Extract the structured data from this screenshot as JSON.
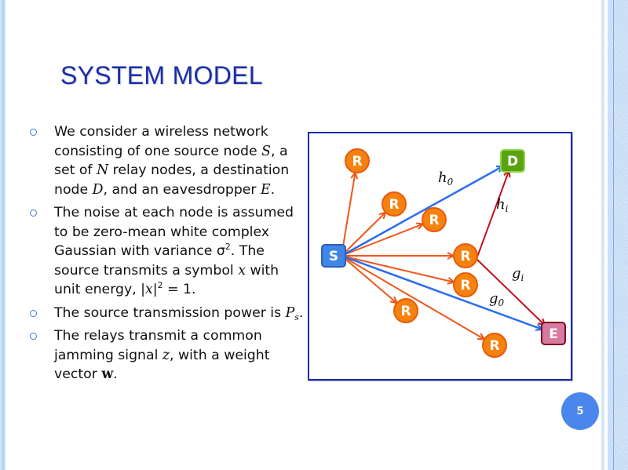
{
  "slide": {
    "title": "SYSTEM MODEL",
    "page_number": "5",
    "accent_color": "#1a2ea8",
    "bullets": [
      {
        "parts": [
          {
            "t": "We consider a wireless network consisting of one source node "
          },
          {
            "m": "S"
          },
          {
            "t": ", a set of "
          },
          {
            "m": "N"
          },
          {
            "t": " relay nodes, a destination node "
          },
          {
            "m": "D"
          },
          {
            "t": ", and an eavesdropper "
          },
          {
            "m": "E"
          },
          {
            "t": "."
          }
        ]
      },
      {
        "parts": [
          {
            "t": "The noise at each node is assumed to be zero-mean white complex Gaussian with variance σ"
          },
          {
            "sup": "2"
          },
          {
            "t": ". The source transmits a symbol "
          },
          {
            "m": "x"
          },
          {
            "t": " with unit energy, |"
          },
          {
            "m": "x"
          },
          {
            "t": "|"
          },
          {
            "sup": "2"
          },
          {
            "t": " = 1."
          }
        ]
      },
      {
        "parts": [
          {
            "t": "The source transmission power is "
          },
          {
            "m": "P"
          },
          {
            "sub": "s"
          },
          {
            "t": "."
          }
        ]
      },
      {
        "parts": [
          {
            "t": "The relays transmit a common jamming signal "
          },
          {
            "m": "z"
          },
          {
            "t": ", with a weight vector "
          },
          {
            "mb": "w"
          },
          {
            "t": "."
          }
        ]
      }
    ]
  },
  "diagram": {
    "colors": {
      "source": "#3f86e8",
      "destination": "#5aa310",
      "eavesdropper": "#d87aa0",
      "relay": "#f5820f",
      "relay_link": "#f0561a",
      "direct_link": "#2a6cf0",
      "relay_to_dest": "#c0101e"
    },
    "nodes": {
      "source": {
        "label": "S"
      },
      "destination": {
        "label": "D"
      },
      "eavesdropper": {
        "label": "E"
      },
      "relays": [
        {
          "label": "R"
        },
        {
          "label": "R"
        },
        {
          "label": "R"
        },
        {
          "label": "R"
        },
        {
          "label": "R"
        },
        {
          "label": "R"
        },
        {
          "label": "R"
        }
      ]
    },
    "edge_labels": {
      "h0": {
        "base": "h",
        "sub": "0"
      },
      "hi": {
        "base": "h",
        "sub": "i"
      },
      "gi": {
        "base": "g",
        "sub": "i"
      },
      "g0": {
        "base": "g",
        "sub": "0"
      }
    }
  }
}
